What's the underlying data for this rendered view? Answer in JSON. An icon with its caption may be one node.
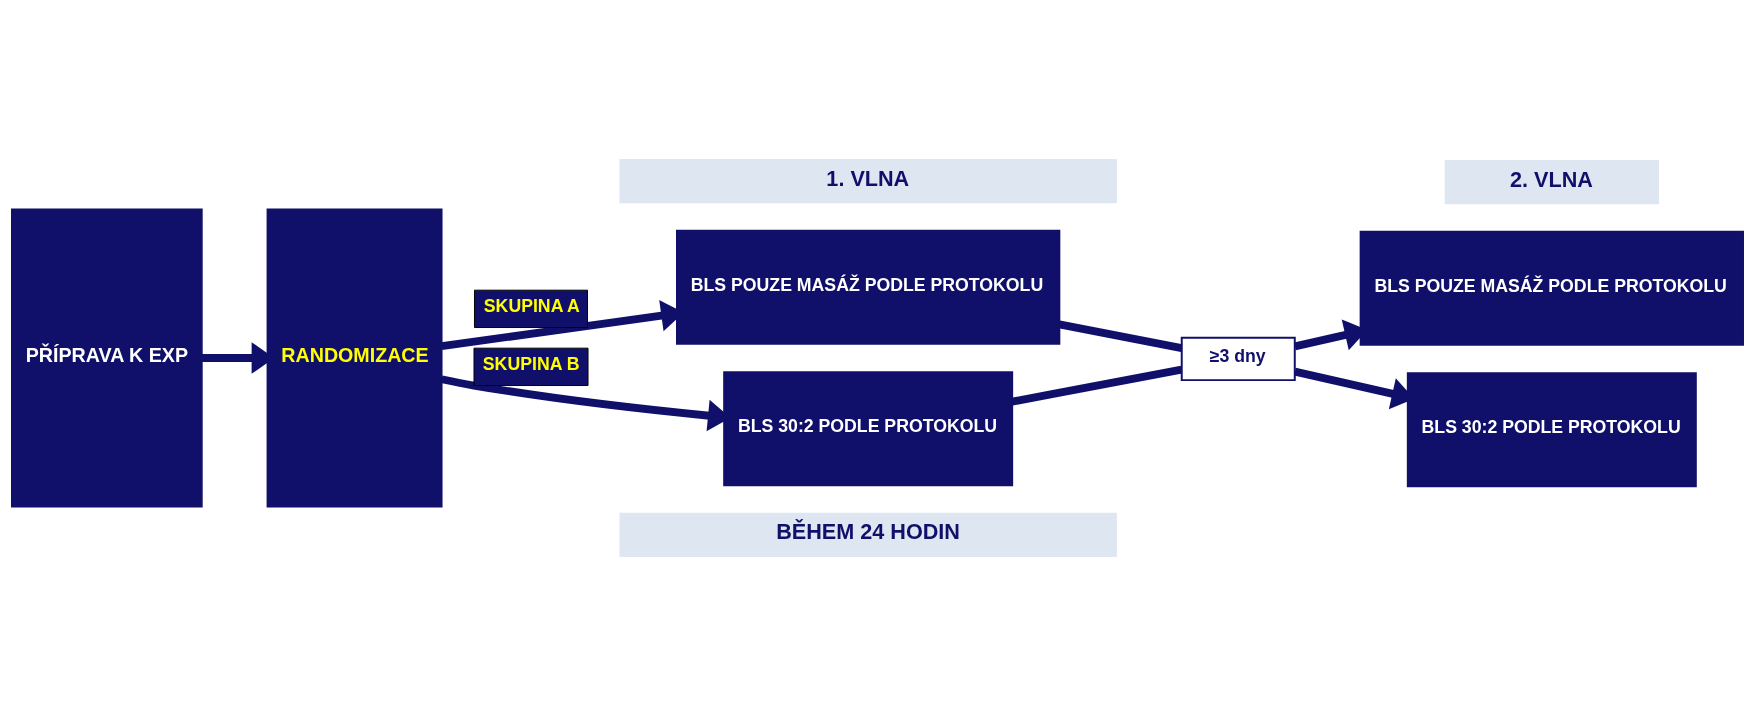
{
  "diagram": {
    "nodes": [
      {
        "text": [
          "BĚHEM 24 HODIN"
        ]
      },
      {
        "text": [
          "PŘÍPRAVA K EXP"
        ]
      },
      {
        "text": [
          "RANDOMIZACE"
        ]
      },
      {
        "text": [
          "BLS POUZE MASÁŽ PODLE PROTOKOLU"
        ]
      },
      {
        "text": [
          "BLS 30:2 PODLE PROTOKOLU"
        ]
      },
      {
        "text": [
          "≥3 dny"
        ]
      },
      {
        "text": [
          "BLS POUZE MASÁŽ PODLE PROTOKOLU"
        ]
      },
      {
        "text": [
          "BLS 30:2 PODLE PROTOKOLU"
        ]
      },
      {
        "text": [
          "1. VLNA"
        ]
      },
      {
        "text": [
          "2. VLNA"
        ]
      }
    ],
    "edges": [
      {
        "from": 1,
        "to": 2,
        "arrow": "to"
      },
      {
        "from": 2,
        "to": 3,
        "arrow": "to",
        "label": "SKUPINA A"
      },
      {
        "from": 2,
        "to": 4,
        "arrow": "to",
        "label": "SKUPINA B"
      },
      {
        "from": 3,
        "to": 5,
        "arrow": "none"
      },
      {
        "from": 4,
        "to": 5,
        "arrow": "none"
      },
      {
        "from": 5,
        "to": 6,
        "arrow": "to"
      },
      {
        "from": 5,
        "to": 7,
        "arrow": "to"
      }
    ]
  }
}
